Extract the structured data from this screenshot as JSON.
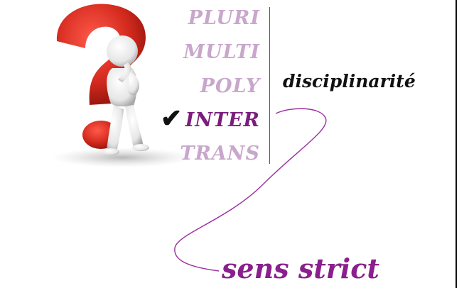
{
  "prefixes": [
    {
      "label": "PLURI"
    },
    {
      "label": "MULTI"
    },
    {
      "label": "POLY"
    },
    {
      "label": "INTER"
    },
    {
      "label": "TRANS"
    }
  ],
  "selected_prefix": "INTER",
  "check_mark": "✔",
  "suffix": "disciplinarité",
  "qualifier": "sens strict",
  "colors": {
    "prefix_light": "#c9a6cc",
    "prefix_active": "#7a1f7c",
    "qualifier": "#8a1f8d",
    "question_mark": "#d42a1e"
  },
  "icons": [
    "question-mark-figure-icon",
    "check-icon"
  ]
}
